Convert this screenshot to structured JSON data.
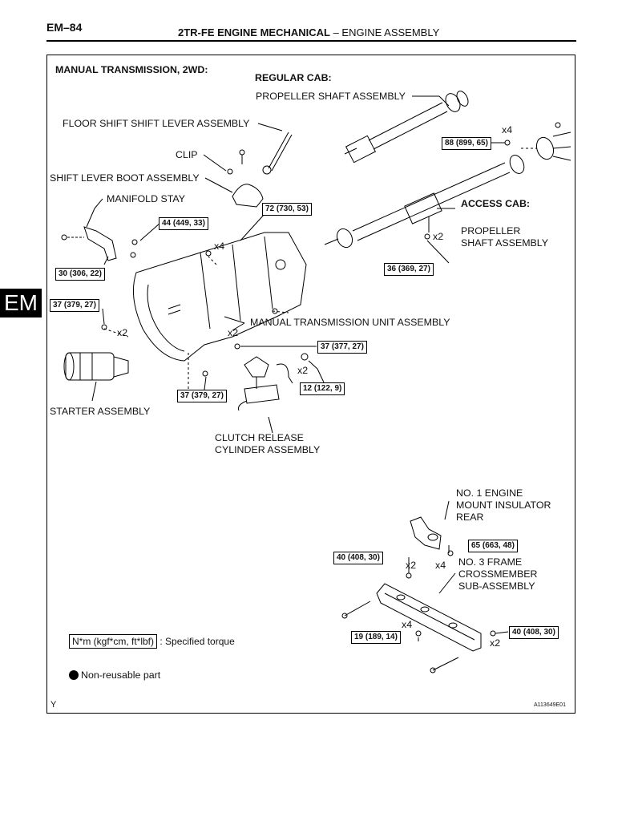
{
  "header": {
    "page_number": "EM–84",
    "section_bold": "2TR-FE ENGINE MECHANICAL",
    "section_rest": " –  ENGINE ASSEMBLY"
  },
  "side_tab": "EM",
  "diagram": {
    "title": "MANUAL TRANSMISSION, 2WD:",
    "regular_cab": "REGULAR CAB:",
    "access_cab": "ACCESS CAB:",
    "labels": {
      "propeller_regular": "PROPELLER SHAFT ASSEMBLY",
      "floor_shift": "FLOOR SHIFT SHIFT LEVER ASSEMBLY",
      "clip": "CLIP",
      "shift_boot": "SHIFT LEVER BOOT ASSEMBLY",
      "manifold_stay": "MANIFOLD STAY",
      "propeller_access_1": "PROPELLER",
      "propeller_access_2": "SHAFT ASSEMBLY",
      "manual_trans": "MANUAL TRANSMISSION UNIT ASSEMBLY",
      "starter": "STARTER ASSEMBLY",
      "clutch_1": "CLUTCH RELEASE",
      "clutch_2": "CYLINDER ASSEMBLY",
      "mount_1": "NO. 1 ENGINE",
      "mount_2": "MOUNT INSULATOR",
      "mount_3": "REAR",
      "frame_1": "NO. 3 FRAME",
      "frame_2": "CROSSMEMBER",
      "frame_3": "SUB-ASSEMBLY"
    },
    "torques": {
      "t88": "88 (899, 65)",
      "t72": "72 (730, 53)",
      "t44": "44 (449, 33)",
      "t30": "30 (306, 22)",
      "t36": "36 (369, 27)",
      "t37a": "37 (379, 27)",
      "t37b": "37 (377, 27)",
      "t12": "12 (122, 9)",
      "t37c": "37 (379, 27)",
      "t65": "65 (663, 48)",
      "t40a": "40 (408, 30)",
      "t19": "19 (189, 14)",
      "t40b": "40 (408, 30)"
    },
    "multipliers": {
      "x4_top": "x4",
      "x2_access": "x2",
      "x4_trans": "x4",
      "x2_starter": "x2",
      "x2_trans": "x2",
      "x2_clutch": "x2",
      "x2_mount": "x2",
      "x4_mount": "x4",
      "x4_frame": "x4",
      "x2_frame": "x2"
    }
  },
  "legend": {
    "unit_box": "N*m (kgf*cm, ft*lbf)",
    "unit_desc": " : Specified torque",
    "nonreusable": "Non-reusable part"
  },
  "footer": {
    "left_mark": "Y",
    "figure_id": "A113649E01"
  }
}
